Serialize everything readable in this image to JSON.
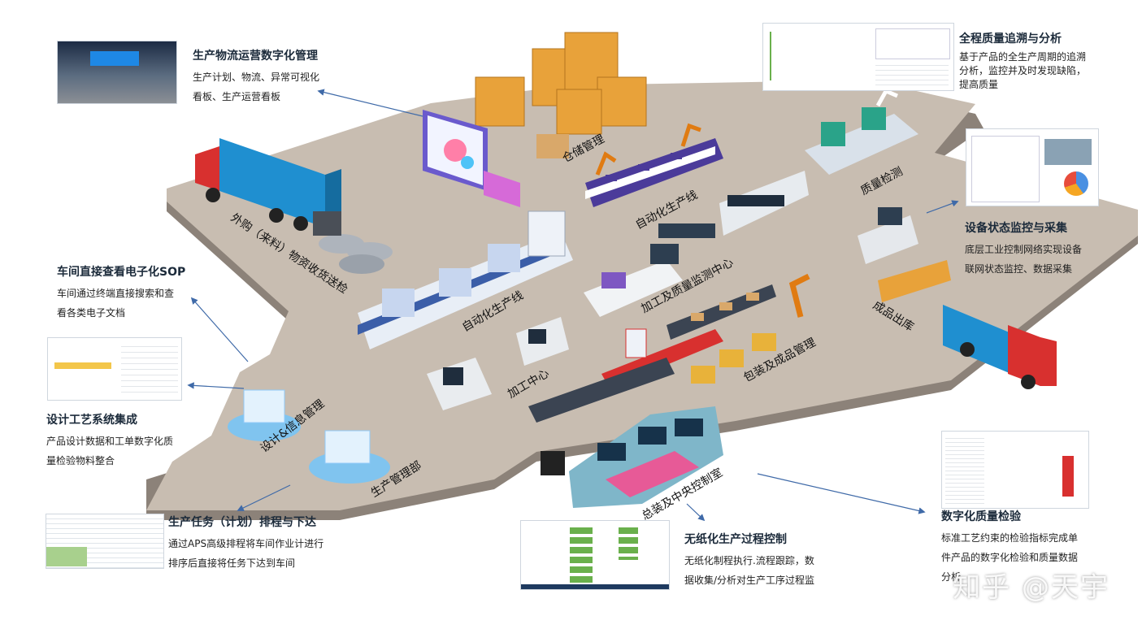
{
  "callouts": [
    {
      "id": "logistics",
      "title": "生产物流运营数字化管理",
      "desc": [
        "生产计划、物流、异常可视化",
        "看板、生产运营看板"
      ]
    },
    {
      "id": "quality_trace",
      "title": "全程质量追溯与分析",
      "desc": [
        "基于产品的全生产周期的追溯",
        "分析，监控并及时发现缺陷，",
        "提高质量"
      ]
    },
    {
      "id": "sop",
      "title": "车间直接查看电子化SOP",
      "desc": [
        "车间通过终端直接搜索和查",
        "看各类电子文档"
      ]
    },
    {
      "id": "equipment",
      "title": "设备状态监控与采集",
      "desc": [
        "底层工业控制网络实现设备",
        "联网状态监控、数据采集"
      ]
    },
    {
      "id": "design",
      "title": "设计工艺系统集成",
      "desc": [
        "产品设计数据和工单数字化质",
        "量检验物料整合"
      ]
    },
    {
      "id": "scheduling",
      "title": "生产任务（计划）排程与下达",
      "desc": [
        "通过APS高级排程将车间作业计进行",
        "排序后直接将任务下达到车间"
      ]
    },
    {
      "id": "paperless",
      "title": "无纸化生产过程控制",
      "desc": [
        "无纸化制程执行.流程跟踪，数",
        "据收集/分析对生产工序过程监"
      ]
    },
    {
      "id": "digital_qc",
      "title": "数字化质量检验",
      "desc": [
        "标准工艺约束的检验指标完成单",
        "件产品的数字化检验和质量数据",
        "分析"
      ]
    }
  ],
  "zones": {
    "warehouse": "仓储管理",
    "auto_line_top": "自动化生产线",
    "quality_check": "质量检测",
    "receiving": "外购（来料）物资收货送检",
    "auto_line_mid": "自动化生产线",
    "monitor_center": "加工及质量监测中心",
    "finished_out": "成品出库",
    "packaging": "包装及成品管理",
    "machining": "加工中心",
    "design_mgmt": "设计&信息管理",
    "production_dept": "生产管理部",
    "control_room": "总装及中央控制室"
  },
  "watermark": "知乎 @天宇",
  "colors": {
    "floor": "#c8bdb1",
    "floor_edge": "#8c8279",
    "arrow": "#3f6aa8",
    "truck_blue": "#1f8fd0",
    "truck_red": "#d8302f"
  }
}
